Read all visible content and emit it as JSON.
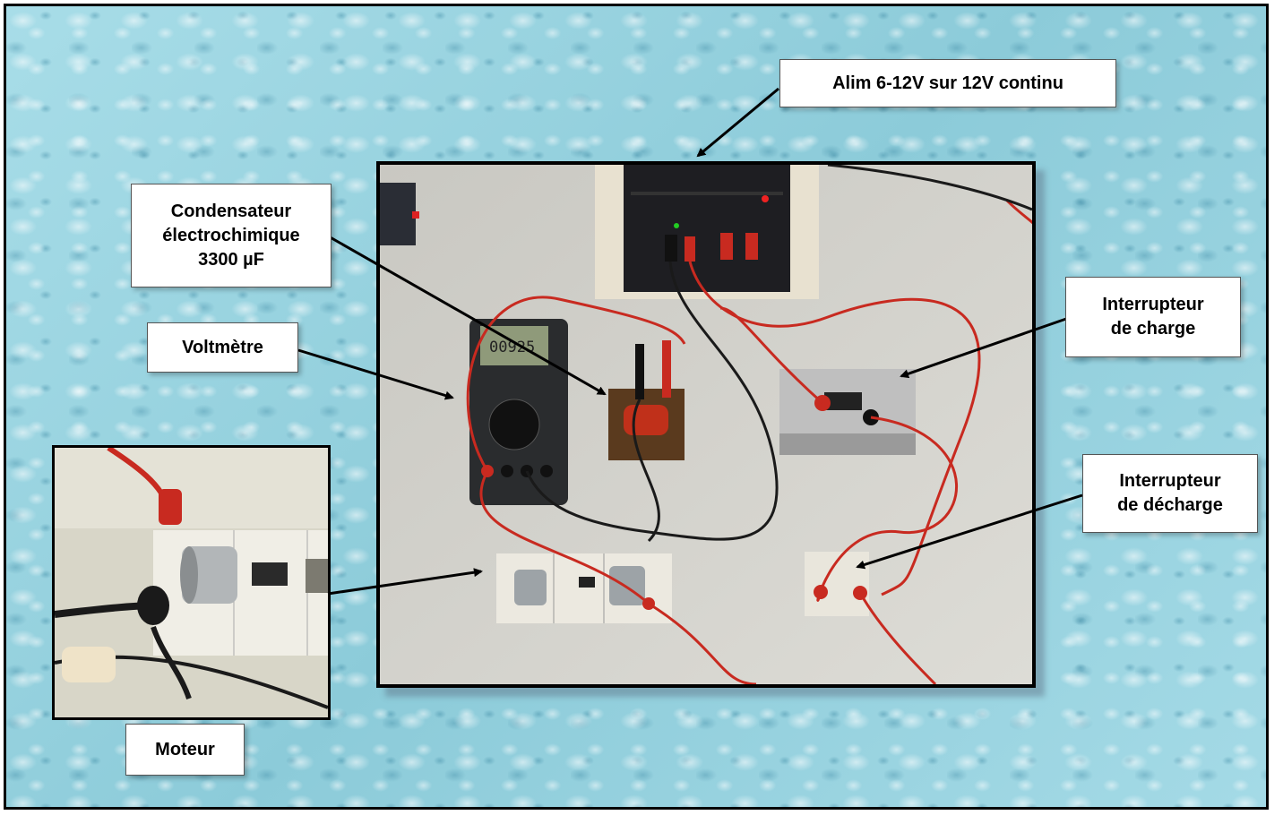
{
  "labels": {
    "alim": "Alim 6-12V sur 12V continu",
    "condensateur": "Condensateur\nélectrochimique\n3300 µF",
    "voltmetre": "Voltmètre",
    "interrupteur_charge": "Interrupteur\nde charge",
    "interrupteur_decharge": "Interrupteur\nde décharge",
    "moteur": "Moteur"
  },
  "multimeter_display": "00925",
  "colors": {
    "background": "#9ed7e3",
    "wire_red": "#c8281e",
    "wire_black": "#1a1a1a",
    "arrow": "#000000"
  }
}
